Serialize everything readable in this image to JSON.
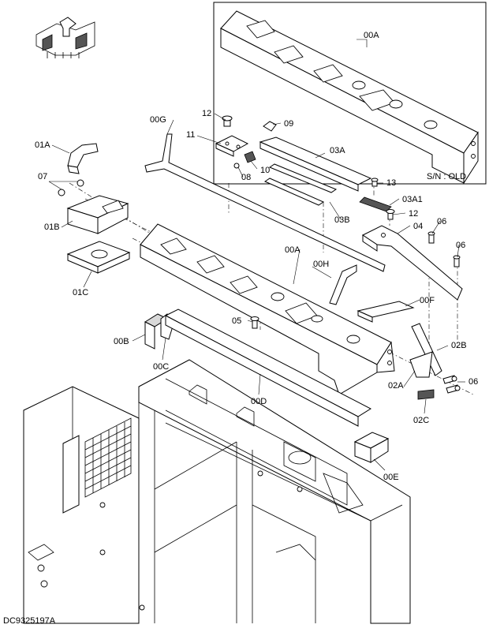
{
  "diagram": {
    "drawing_id": "DC9325197A",
    "inset_note": "S/N : OLD",
    "labels": [
      {
        "id": "00A-inset",
        "text": "00A"
      },
      {
        "id": "00A",
        "text": "00A"
      },
      {
        "id": "00G",
        "text": "00G"
      },
      {
        "id": "12-top",
        "text": "12"
      },
      {
        "id": "09",
        "text": "09"
      },
      {
        "id": "11",
        "text": "11"
      },
      {
        "id": "03A",
        "text": "03A"
      },
      {
        "id": "01A",
        "text": "01A"
      },
      {
        "id": "10",
        "text": "10"
      },
      {
        "id": "08",
        "text": "08"
      },
      {
        "id": "13",
        "text": "13"
      },
      {
        "id": "07",
        "text": "07"
      },
      {
        "id": "03A1",
        "text": "03A1"
      },
      {
        "id": "12-right",
        "text": "12"
      },
      {
        "id": "03B",
        "text": "03B"
      },
      {
        "id": "04",
        "text": "04"
      },
      {
        "id": "06-top",
        "text": "06"
      },
      {
        "id": "01B",
        "text": "01B"
      },
      {
        "id": "06-mid",
        "text": "06"
      },
      {
        "id": "00H",
        "text": "00H"
      },
      {
        "id": "01C",
        "text": "01C"
      },
      {
        "id": "00F",
        "text": "00F"
      },
      {
        "id": "05",
        "text": "05"
      },
      {
        "id": "00B",
        "text": "00B"
      },
      {
        "id": "02B",
        "text": "02B"
      },
      {
        "id": "00C",
        "text": "00C"
      },
      {
        "id": "06-bottom",
        "text": "06"
      },
      {
        "id": "02A",
        "text": "02A"
      },
      {
        "id": "00D",
        "text": "00D"
      },
      {
        "id": "02C",
        "text": "02C"
      },
      {
        "id": "00E",
        "text": "00E"
      }
    ]
  }
}
